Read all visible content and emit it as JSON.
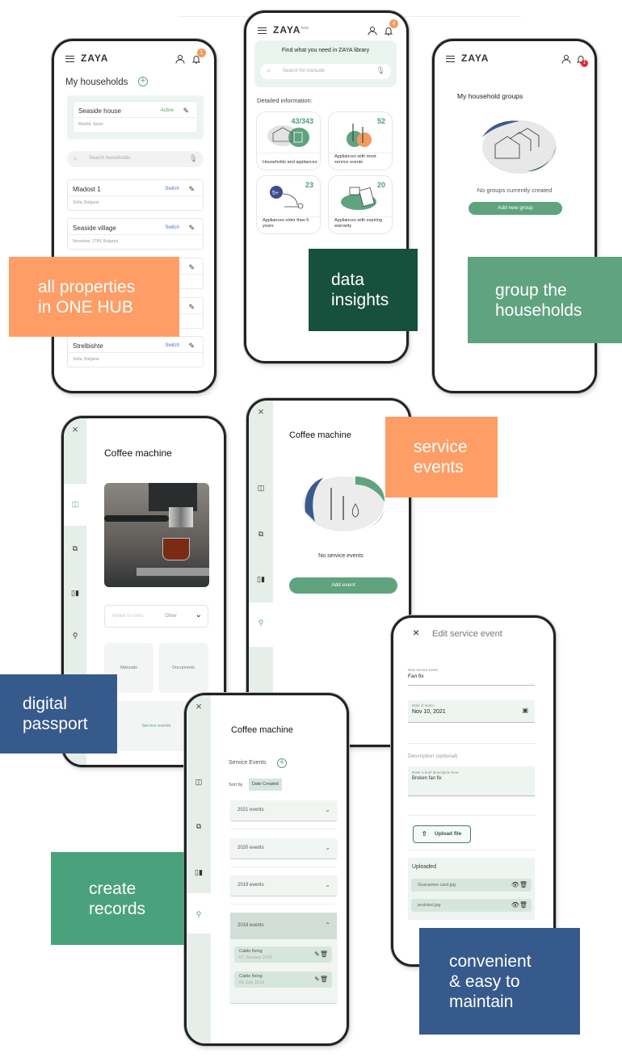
{
  "colors": {
    "orange": "#FF9D66",
    "dark_green": "#17513D",
    "green": "#5FA37F",
    "blue": "#375A8C",
    "record_green": "#4AA27C",
    "accent": "#5FA37F"
  },
  "captions": {
    "one_hub": [
      "all properties",
      "in ONE HUB"
    ],
    "insights": [
      "data",
      "insights"
    ],
    "group": [
      "group the",
      "households"
    ],
    "passport": [
      "digital",
      "passport"
    ],
    "service": [
      "service",
      "events"
    ],
    "records": [
      "create",
      "records"
    ],
    "maintain": [
      "convenient",
      "& easy to",
      "maintain"
    ]
  },
  "households": {
    "logo": "ZAYA",
    "badge": "1",
    "title": "My households",
    "active": {
      "name": "Seaside house",
      "status": "Active",
      "location": "Madrid, Spain"
    },
    "search_placeholder": "Search households",
    "switch_label": "Switch",
    "items": [
      {
        "name": "Mladost 1",
        "location": "Sofia, Bulgaria"
      },
      {
        "name": "Seaside village",
        "location": "Nessebar, 1784, Bulgaria"
      },
      {
        "name": "Strelbishte",
        "location": "Sofia, Bulgaria"
      }
    ]
  },
  "insights": {
    "logo": "ZAYA",
    "beta": "beta",
    "badge": "4",
    "library_title": "Find what you need in ZAYA library",
    "search_placeholder": "Search for manuals",
    "section": "Detailed information:",
    "tiles": [
      {
        "value": "43/343",
        "label": "Households and appliances"
      },
      {
        "value": "52",
        "label": "Appliances with most service events"
      },
      {
        "value": "23",
        "label": "Appliances older than 5 years"
      },
      {
        "value": "20",
        "label": "Appliances with expiring warranty"
      }
    ]
  },
  "groups": {
    "logo": "ZAYA",
    "badge": "1",
    "title": "My household groups",
    "empty": "No groups currently created",
    "add_button": "Add new group"
  },
  "passport": {
    "title": "Coffee machine",
    "room_label": "Added in room:",
    "room_value": "Other",
    "tiles": [
      "Manuals",
      "Documents",
      "Service events"
    ]
  },
  "service_empty": {
    "title": "Coffee machine",
    "empty": "No service events",
    "add_button": "Add event"
  },
  "records": {
    "title": "Coffee machine",
    "section": "Service Events",
    "sort_label": "Sort by",
    "sort_value": "Date Created",
    "groups": [
      "2021 events",
      "2020 events",
      "2019 events",
      "2018 events"
    ],
    "items": [
      {
        "name": "Cable fixing",
        "date": "07 January 2018"
      },
      {
        "name": "Cable fixing",
        "date": "09 July 2018"
      }
    ]
  },
  "edit": {
    "title": "Edit service event",
    "name_label": "New service event",
    "name_value": "Fan fix",
    "date_label": "Date of event",
    "date_value": "Nov 10, 2021",
    "desc_title": "Description (optional)",
    "desc_label": "Enter a brief description here",
    "desc_value": "Broken fan fix",
    "upload_button": "Upload file",
    "uploaded_title": "Uploaded",
    "files": [
      "Guarantee card.jpg",
      "protokol.jpg"
    ]
  }
}
